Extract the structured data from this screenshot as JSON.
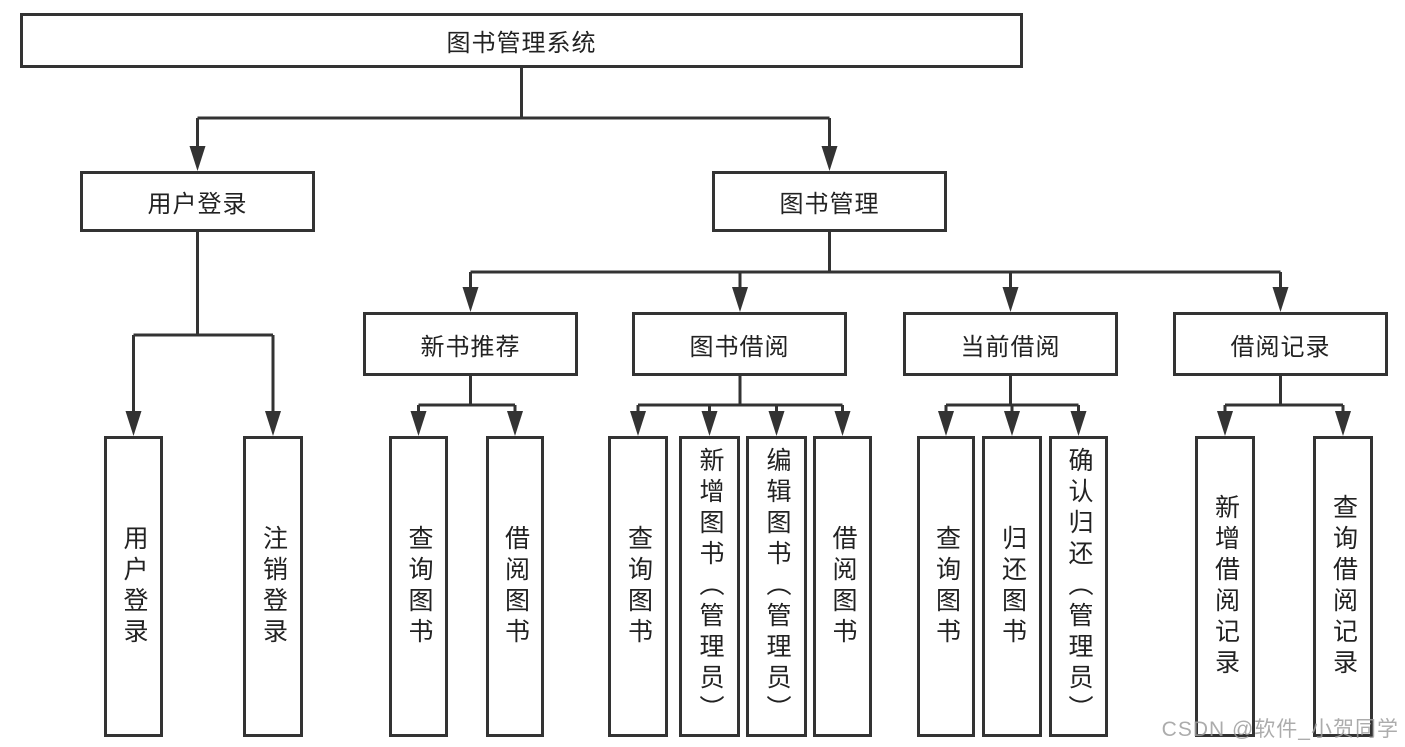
{
  "colors": {
    "line": "#333333",
    "box_border": "#333333",
    "text": "#222222",
    "watermark": "#9e9e9e",
    "background": "#ffffff"
  },
  "watermark": {
    "text": "CSDN @软件_小贺同学"
  },
  "tree": {
    "label": "图书管理系统",
    "children": [
      {
        "label": "用户登录",
        "children": [
          {
            "label": "用户登录"
          },
          {
            "label": "注销登录"
          }
        ]
      },
      {
        "label": "图书管理",
        "children": [
          {
            "label": "新书推荐",
            "children": [
              {
                "label": "查询图书"
              },
              {
                "label": "借阅图书"
              }
            ]
          },
          {
            "label": "图书借阅",
            "children": [
              {
                "label": "查询图书"
              },
              {
                "label": "新增图书（管理员）"
              },
              {
                "label": "编辑图书（管理员）"
              },
              {
                "label": "借阅图书"
              }
            ]
          },
          {
            "label": "当前借阅",
            "children": [
              {
                "label": "查询图书"
              },
              {
                "label": "归还图书"
              },
              {
                "label": "确认归还（管理员）"
              }
            ]
          },
          {
            "label": "借阅记录",
            "children": [
              {
                "label": "新增借阅记录"
              },
              {
                "label": "查询借阅记录"
              }
            ]
          }
        ]
      }
    ]
  }
}
